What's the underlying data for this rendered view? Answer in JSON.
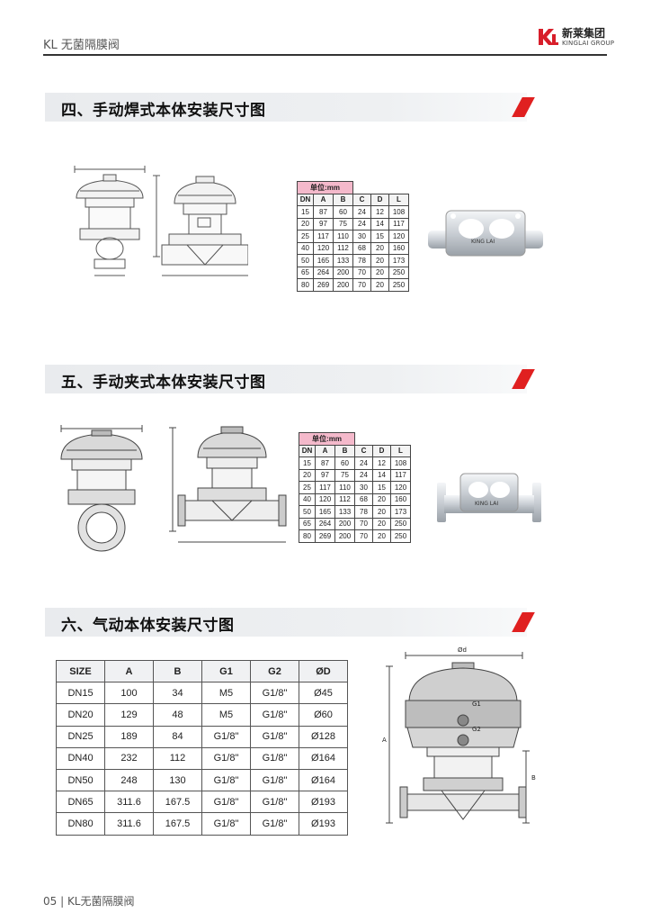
{
  "header": {
    "title": "KL 无菌隔膜阀",
    "logo_mark": "KL",
    "logo_cn": "新莱集团",
    "logo_en": "KINGLAI GROUP"
  },
  "sections": [
    {
      "title": "四、手动焊式本体安装尺寸图"
    },
    {
      "title": "五、手动夹式本体安装尺寸图"
    },
    {
      "title": "六、气动本体安装尺寸图"
    }
  ],
  "dim_table": {
    "unit": "单位:mm",
    "headers": [
      "DN",
      "A",
      "B",
      "C",
      "D",
      "L"
    ],
    "rows": [
      [
        "15",
        "87",
        "60",
        "24",
        "12",
        "108"
      ],
      [
        "20",
        "97",
        "75",
        "24",
        "14",
        "117"
      ],
      [
        "25",
        "117",
        "110",
        "30",
        "15",
        "120"
      ],
      [
        "40",
        "120",
        "112",
        "68",
        "20",
        "160"
      ],
      [
        "50",
        "165",
        "133",
        "78",
        "20",
        "173"
      ],
      [
        "65",
        "264",
        "200",
        "70",
        "20",
        "250"
      ],
      [
        "80",
        "269",
        "200",
        "70",
        "20",
        "250"
      ]
    ]
  },
  "body_label": "KING LAI",
  "pneumatic_table": {
    "headers": [
      "SIZE",
      "A",
      "B",
      "G1",
      "G2",
      "ØD"
    ],
    "rows": [
      [
        "DN15",
        "100",
        "34",
        "M5",
        "G1/8\"",
        "Ø45"
      ],
      [
        "DN20",
        "129",
        "48",
        "M5",
        "G1/8\"",
        "Ø60"
      ],
      [
        "DN25",
        "189",
        "84",
        "G1/8\"",
        "G1/8\"",
        "Ø128"
      ],
      [
        "DN40",
        "232",
        "112",
        "G1/8\"",
        "G1/8\"",
        "Ø164"
      ],
      [
        "DN50",
        "248",
        "130",
        "G1/8\"",
        "G1/8\"",
        "Ø164"
      ],
      [
        "DN65",
        "311.6",
        "167.5",
        "G1/8\"",
        "G1/8\"",
        "Ø193"
      ],
      [
        "DN80",
        "311.6",
        "167.5",
        "G1/8\"",
        "G1/8\"",
        "Ø193"
      ]
    ]
  },
  "pneumatic_drawing": {
    "d_label": "Ød",
    "a_label": "A",
    "b_label": "B",
    "g1_label": "G1",
    "g2_label": "G2"
  },
  "footer": {
    "page": "05 | KL无菌隔膜阀"
  }
}
